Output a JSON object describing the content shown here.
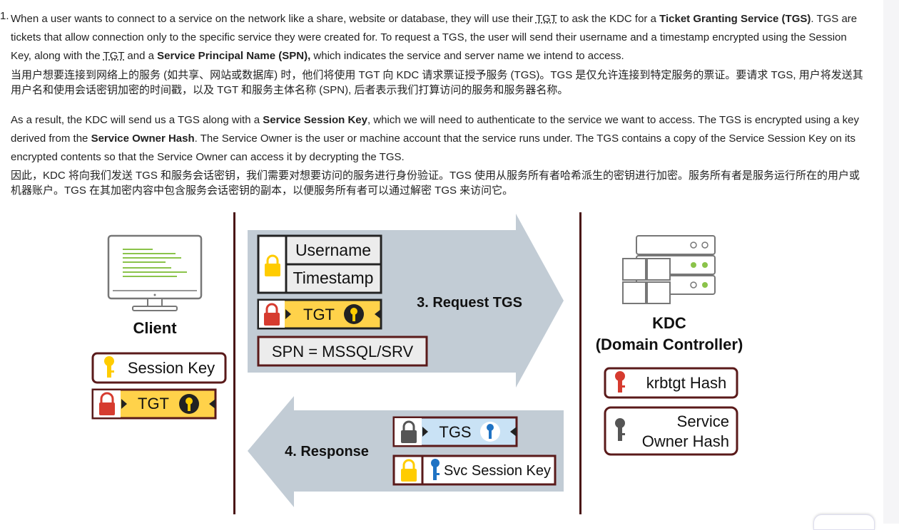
{
  "paragraph1": {
    "number": "1.",
    "en_segments": [
      "When a user wants to connect to a service on the network like a share, website or database, they will use their ",
      "TGT",
      " to ask the KDC for a ",
      "Ticket Granting Service (TGS)",
      ". TGS are tickets that allow connection only to the specific service they were created for. To request a TGS, the user will send their username and a timestamp encrypted using the Session Key, along with the ",
      "TGT",
      " and a ",
      "Service Principal Name (SPN),",
      " which indicates the service and server name we intend to access."
    ],
    "zh": "当用户想要连接到网络上的服务 (如共享、网站或数据库) 时，他们将使用 TGT 向 KDC 请求票证授予服务 (TGS)。TGS 是仅允许连接到特定服务的票证。要请求 TGS, 用户将发送其用户名和使用会话密钥加密的时间戳，以及 TGT 和服务主体名称 (SPN), 后者表示我们打算访问的服务和服务器名称。"
  },
  "paragraph2": {
    "en_segments": [
      "As a result, the KDC will send us a TGS along with a ",
      "Service Session Key",
      ", which we will need to authenticate to the service we want to access. The TGS is encrypted using a key derived from the ",
      "Service Owner Hash",
      ". The Service Owner is the user or machine account that the service runs under. The TGS contains a copy of the Service Session Key on its encrypted contents so that the Service Owner can access it by decrypting the TGS."
    ],
    "zh": "因此，KDC 将向我们发送 TGS 和服务会话密钥，我们需要对想要访问的服务进行身份验证。TGS 使用从服务所有者哈希派生的密钥进行加密。服务所有者是服务运行所在的用户或机器账户。TGS 在其加密内容中包含服务会话密钥的副本，以便服务所有者可以通过解密 TGS 来访问它。"
  },
  "diagram": {
    "client_label": "Client",
    "session_key_label": "Session Key",
    "client_tgt_label": "TGT",
    "username_label": "Username",
    "timestamp_label": "Timestamp",
    "request_tgt_label": "TGT",
    "spn_label": "SPN = MSSQL/SRV",
    "request_arrow_label": "3. Request TGS",
    "response_arrow_label": "4. Response",
    "tgs_label": "TGS",
    "svc_session_key_label": "Svc Session Key",
    "kdc_label": "KDC",
    "kdc_sublabel": "(Domain Controller)",
    "krbtgt_label": "krbtgt Hash",
    "service_owner_line1": "Service",
    "service_owner_line2": "Owner Hash",
    "colors": {
      "arrow": "#c2ccd5",
      "border_dark": "#5a1a1a",
      "gold": "#ffd24a",
      "lock_red": "#d63b2f",
      "lock_yellow": "#ffcc00",
      "lock_grey": "#555555",
      "key_blue": "#1f73c4",
      "tgs_bg": "#c9e2f5",
      "spn_bg": "#ececec"
    }
  }
}
